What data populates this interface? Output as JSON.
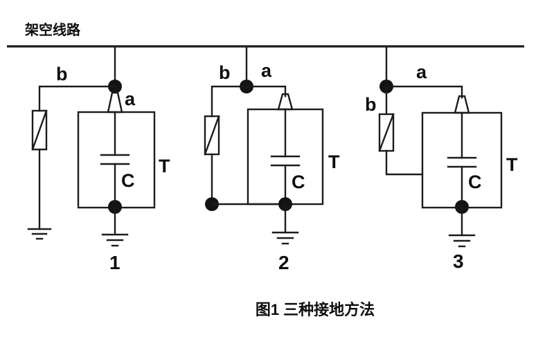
{
  "overhead_line": {
    "label": "架空线路"
  },
  "caption": "图1 三种接地方法",
  "circuits": [
    {
      "number": "1",
      "point_a": "a",
      "point_b": "b",
      "capacitor": "C",
      "transformer": "T"
    },
    {
      "number": "2",
      "point_a": "a",
      "point_b": "b",
      "capacitor": "C",
      "transformer": "T"
    },
    {
      "number": "3",
      "point_a": "a",
      "point_b": "b",
      "capacitor": "C",
      "transformer": "T"
    }
  ],
  "colors": {
    "ink": "#1b1b1b",
    "background": "#ffffff"
  }
}
